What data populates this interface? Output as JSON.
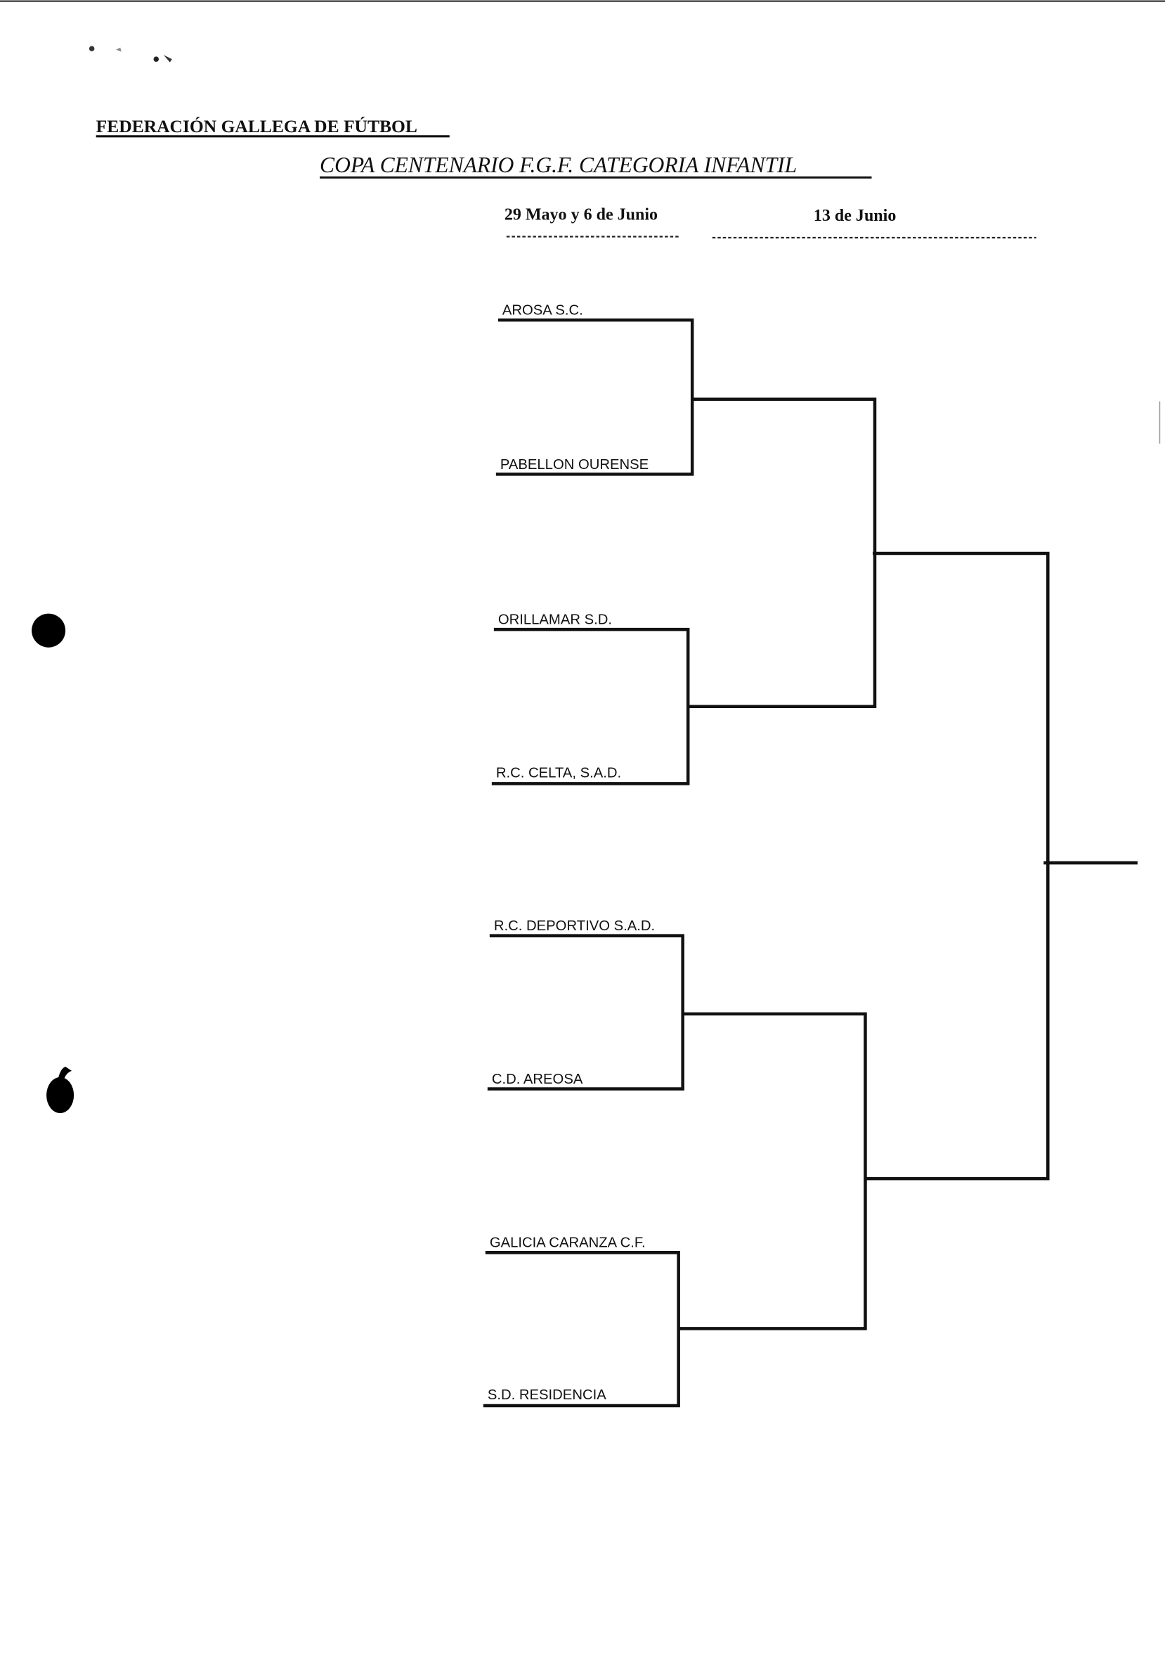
{
  "header": {
    "federation": "FEDERACIÓN GALLEGA DE FÚTBOL",
    "title": "COPA CENTENARIO F.G.F. CATEGORIA INFANTIL"
  },
  "rounds": [
    {
      "date": "29 Mayo y 6 de Junio"
    },
    {
      "date": "13 de Junio"
    }
  ],
  "teams": [
    "AROSA S.C.",
    "PABELLON OURENSE",
    "ORILLAMAR S.D.",
    "R.C. CELTA, S.A.D.",
    "R.C. DEPORTIVO S.A.D.",
    "C.D. AREOSA",
    "GALICIA CARANZA C.F.",
    "S.D. RESIDENCIA"
  ]
}
